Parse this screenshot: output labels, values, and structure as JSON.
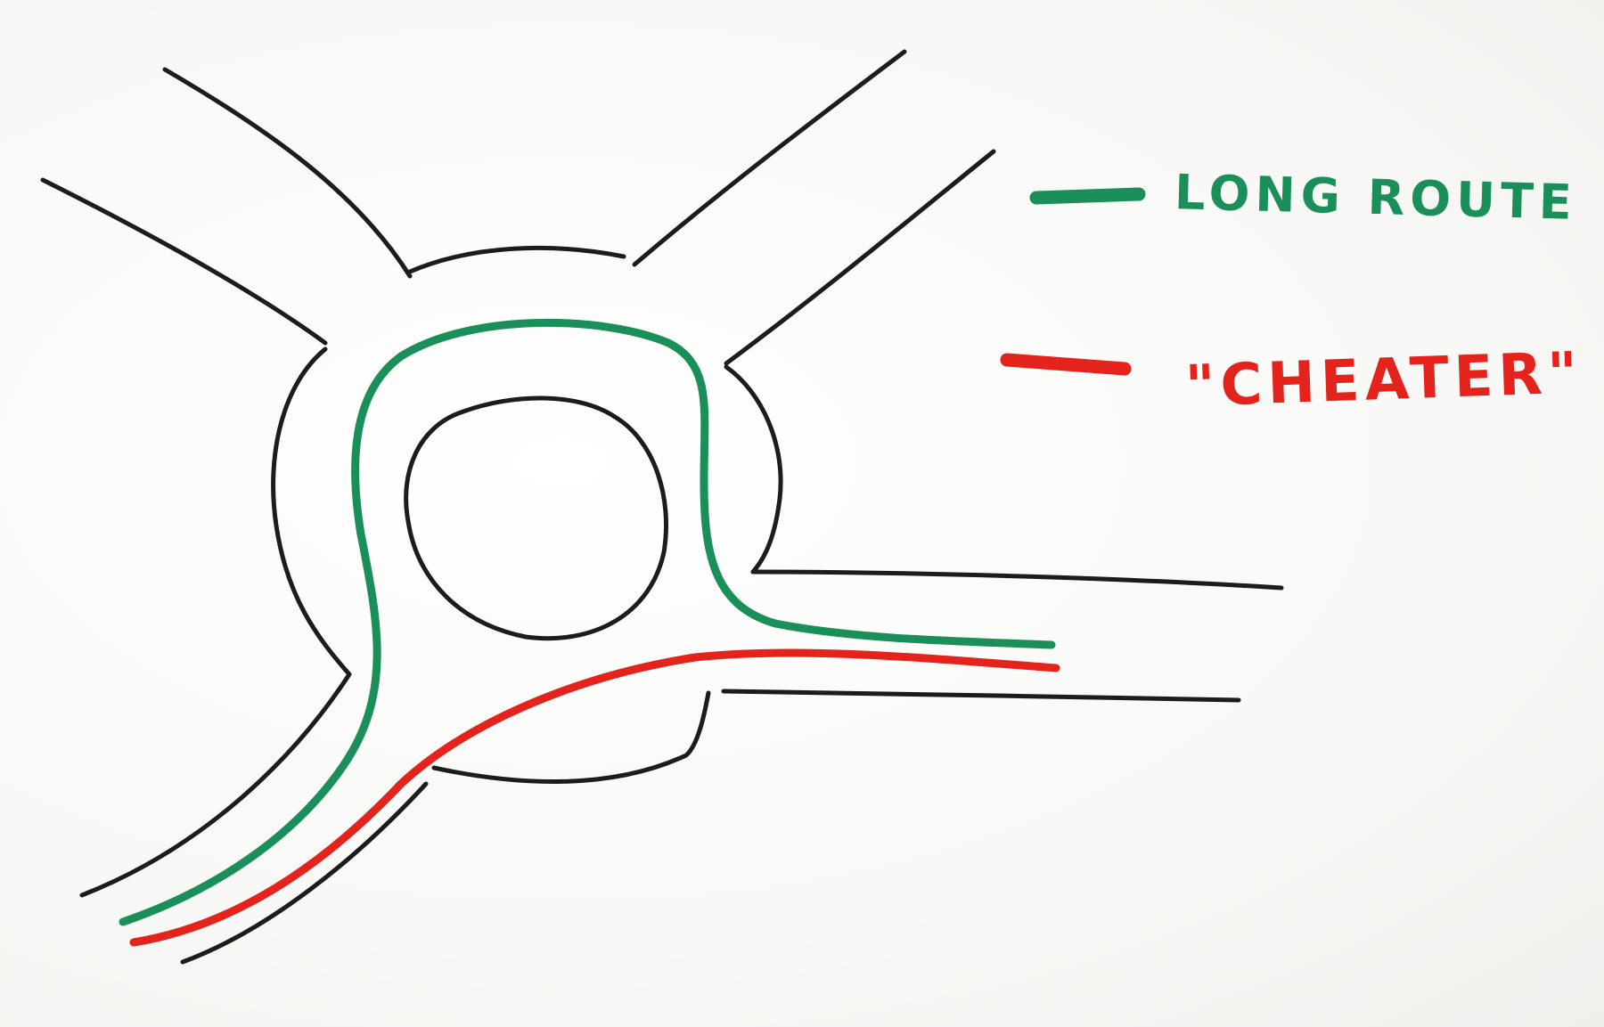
{
  "legend": {
    "items": [
      {
        "key": "long",
        "label": "LONG ROUTE",
        "color": "#1a8f5a"
      },
      {
        "key": "cheater",
        "label": "\"CHEATER\"",
        "color": "#e5231d"
      }
    ]
  },
  "colors": {
    "road": "#1c1c1c",
    "paper": "#f9f9f8"
  }
}
